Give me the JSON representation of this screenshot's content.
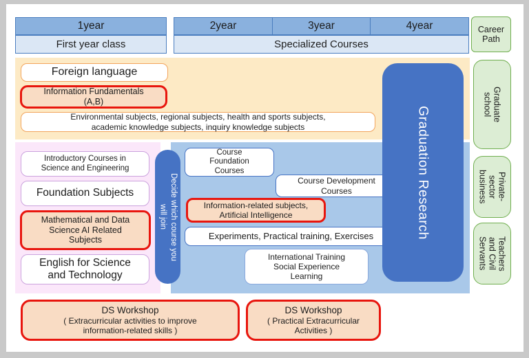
{
  "header": {
    "year1": "1year",
    "year2": "2year",
    "year3": "3year",
    "year4": "4year",
    "first_year_class": "First year class",
    "specialized_courses": "Specialized Courses",
    "career_path": "Career\nPath"
  },
  "liberal_arts_band": {
    "foreign_language": "Foreign language",
    "information_fundamentals": "Information Fundamentals\n(A,B)",
    "common_subjects": "Environmental subjects, regional subjects, health and sports subjects,\nacademic knowledge subjects, inquiry knowledge subjects"
  },
  "first_year_band": {
    "introductory_courses": "Introductory Courses in\nScience and Engineering",
    "foundation_subjects": "Foundation Subjects",
    "math_ds_ai_subjects": "Mathematical and Data\nScience AI Related\nSubjects",
    "english_sci_tech": "English for Science\nand Technology"
  },
  "decide_pill": "Decide which course you\nwill join",
  "specialized_band": {
    "course_foundation": "Course\nFoundation\nCourses",
    "course_development": "Course Development\nCourses",
    "info_ai_subjects": "Information-related subjects,\nArtificial Intelligence",
    "experiments": "Experiments, Practical training, Exercises",
    "international_training": "International Training\nSocial Experience\nLearning"
  },
  "graduation_research": "Graduation Research",
  "career_column": {
    "graduate_school": "Graduate\nschool",
    "private_sector": "Private-\nsector\nbusiness",
    "teachers_civil": "Teachers\nand Civil\nServants"
  },
  "workshops": {
    "ds1_title": "DS Workshop",
    "ds1_sub": "( Extracurricular activities to improve\ninformation-related skills )",
    "ds2_title": "DS Workshop",
    "ds2_sub": "( Practical Extracurricular\nActivities )"
  },
  "colors": {
    "accent-blue": "#4673c4",
    "header-blue": "#8ab1de",
    "header-border": "#4a7dbf",
    "header-light": "#dbe7f5",
    "cream": "#fdeac5",
    "pink": "#fbe7fa",
    "band-blue": "#a9c8e9",
    "green-fill": "#dcedd4",
    "green-border": "#6fae4e",
    "red": "#e8150d",
    "peach": "#f9dcc4",
    "orange-border": "#f2a45c",
    "purple-border": "#cba2dd",
    "light-blue-border": "#8aa8dc",
    "frame-gray": "#c9c9c9"
  }
}
